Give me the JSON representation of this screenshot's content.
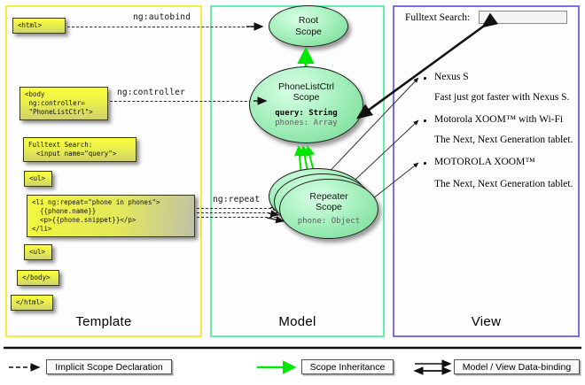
{
  "columns": [
    {
      "key": "template",
      "label": "Template",
      "accent": "#f2ef3c"
    },
    {
      "key": "model",
      "label": "Model",
      "accent": "#62f0a8"
    },
    {
      "key": "view",
      "label": "View",
      "accent": "#7d6ee8"
    }
  ],
  "template": {
    "boxes": [
      {
        "name": "html-open-box",
        "text": "<html>"
      },
      {
        "name": "body-controller-box",
        "text": "<body\n ng:controller=\n \"PhoneListCtrl\">"
      },
      {
        "name": "fulltext-search-box",
        "text": "Fulltext Search:\n  <input name=\"query\">"
      },
      {
        "name": "ul-open-box",
        "text": "<ul>"
      },
      {
        "name": "li-repeat-box",
        "text": "<li ng:repeat=\"phone in phones\">\n  {{phone.name}}\n  <p>{{phone.snippet}}</p>\n</li>"
      },
      {
        "name": "ul-close-box",
        "text": "<ul>"
      },
      {
        "name": "body-close-box",
        "text": "</body>"
      },
      {
        "name": "html-close-box",
        "text": "</html>"
      }
    ]
  },
  "connectors": [
    {
      "name": "ng-autobind-connector",
      "label": "ng:autobind"
    },
    {
      "name": "ng-controller-connector",
      "label": "ng:controller"
    },
    {
      "name": "ng-repeat-connector",
      "label": "ng:repeat"
    }
  ],
  "model": {
    "scopes": [
      {
        "name": "root-scope",
        "title_line1": "Root",
        "title_line2": "Scope",
        "fields": []
      },
      {
        "name": "phonelistctrl-scope",
        "title_line1": "PhoneListCtrl",
        "title_line2": "Scope",
        "fields": [
          {
            "text": "query: String",
            "style": "bold"
          },
          {
            "text": "phones: Array",
            "style": "gray"
          }
        ]
      },
      {
        "name": "repeater-scope",
        "title_line1": "Repeater",
        "title_line2": "Scope",
        "fields": [
          {
            "text": "phone: Object",
            "style": "gray"
          }
        ]
      }
    ]
  },
  "view": {
    "search_label": "Fulltext Search:",
    "search_value": "",
    "search_placeholder": "",
    "items": [
      {
        "title": "Nexus S",
        "snippet": "Fast just got faster with Nexus S."
      },
      {
        "title": "Motorola XOOM™  with Wi-Fi",
        "snippet": "The Next, Next Generation tablet."
      },
      {
        "title": "MOTOROLA XOOM™",
        "snippet": "The Next, Next Generation tablet."
      }
    ]
  },
  "legend": [
    {
      "name": "legend-implicit-scope-declaration",
      "label": "Implicit Scope Declaration",
      "arrow": "dashed-black"
    },
    {
      "name": "legend-scope-inheritance",
      "label": "Scope Inheritance",
      "arrow": "solid-green"
    },
    {
      "name": "legend-model-view-data-binding",
      "label": "Model / View Data-binding",
      "arrow": "double-black"
    }
  ],
  "colors": {
    "template_accent": "#f2ef3c",
    "model_accent": "#62f0a8",
    "view_accent": "#7d6ee8",
    "scope_green": "#a8f0bf",
    "inheritance_green": "#00e800",
    "code_yellow": "#f3f73c"
  }
}
